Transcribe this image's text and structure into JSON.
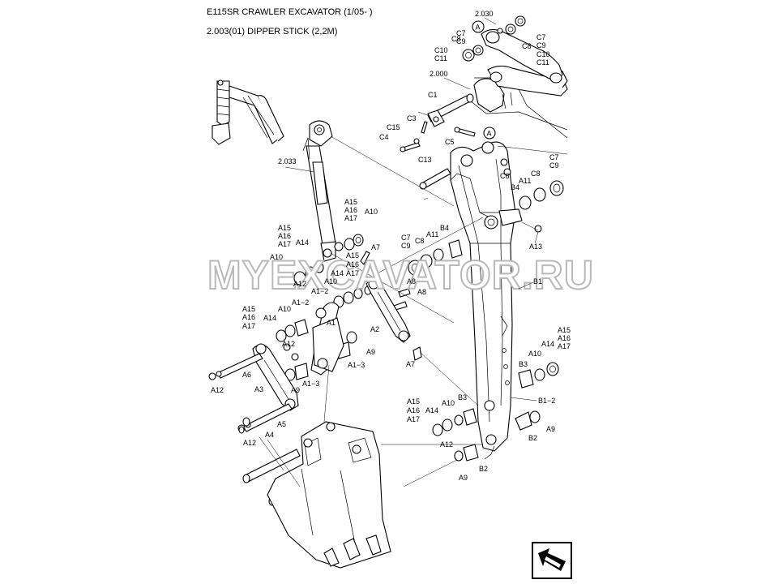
{
  "header": {
    "title": "E115SR CRAWLER EXCAVATOR (1/05- )",
    "subtitle": "2.003(01) DIPPER STICK (2,2M)"
  },
  "watermark": "MYEXCAVATOR.RU",
  "callouts": {
    "a_top": "A",
    "a_mid": "A"
  },
  "labels": {
    "l2030": "2.030",
    "l2000": "2.000",
    "l2033": "2.033",
    "c7a": "C7",
    "c9a": "C9",
    "c8a": "C8",
    "c10a": "C10",
    "c11a": "C11",
    "c8b": "C8",
    "c7b": "C7",
    "c9b": "C9",
    "c10b": "C10",
    "c11b": "C11",
    "c1": "C1",
    "c3": "C3",
    "c15": "C15",
    "c4": "C4",
    "c5": "C5",
    "c13": "C13",
    "c6": "C6",
    "c7c": "C7",
    "c9c": "C9",
    "c8c": "C8",
    "a11a": "A11",
    "b4a": "B4",
    "a13": "A13",
    "c7d": "C7",
    "c9d": "C9",
    "c8d": "C8",
    "a11b": "A11",
    "b4b": "B4",
    "a15a": "A15",
    "a16a": "A16",
    "a17a": "A17",
    "a10a": "A10",
    "a15b": "A15",
    "a16b": "A16",
    "a17b": "A17",
    "a14a": "A14",
    "a10b": "A10",
    "a7a": "A7",
    "a15c": "A15",
    "a16c": "A16",
    "a17c": "A17",
    "a14b": "A14",
    "a10c": "A10",
    "a12a": "A12",
    "a1_2a": "A1−2",
    "a8a": "A8",
    "a8b": "A8",
    "b1": "B1",
    "a2": "A2",
    "a15d": "A15",
    "a16d": "A16",
    "a17d": "A17",
    "a10d": "A10",
    "a1_2b": "A1−2",
    "a14c": "A14",
    "a1": "A1",
    "a12b": "A12",
    "a9a": "A9",
    "a1_3a": "A1−3",
    "a7b": "A7",
    "a6": "A6",
    "a12c": "A12",
    "a3": "A3",
    "a9b": "A9",
    "a1_3b": "A1−3",
    "a15e": "A15",
    "a16e": "A16",
    "a14d": "A14",
    "a17e": "A17",
    "a10e": "A10",
    "b3a": "B3",
    "b1_2": "B1−2",
    "a15f": "A15",
    "a16f": "A16",
    "a17f": "A17",
    "a10f": "A10",
    "a14e": "A14",
    "b3b": "B3",
    "a9c": "A9",
    "b2a": "B2",
    "a12d": "A12",
    "a5": "A5",
    "a12e": "A12",
    "a4": "A4",
    "a9d": "A9",
    "b2b": "B2"
  }
}
